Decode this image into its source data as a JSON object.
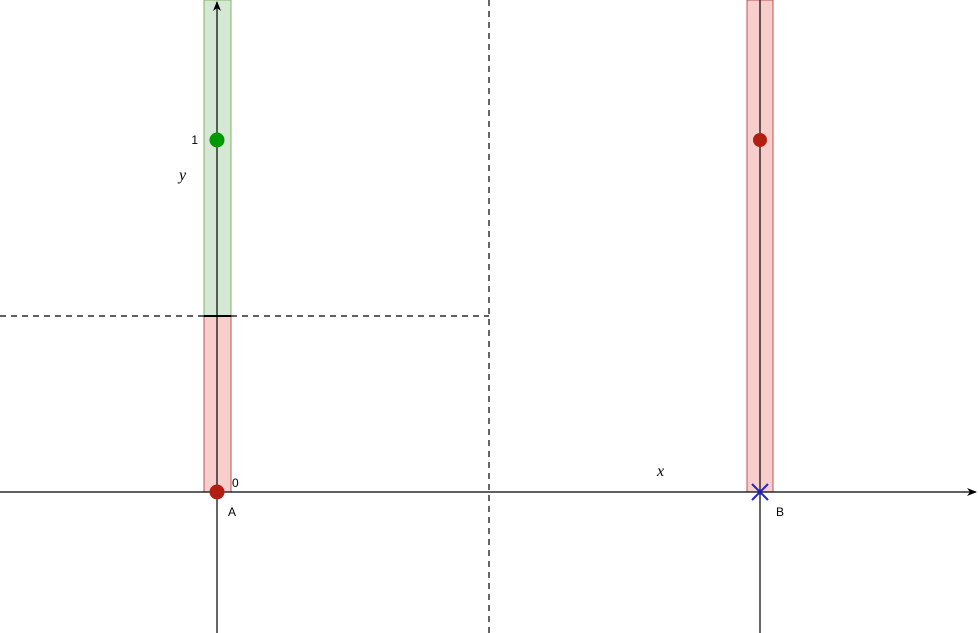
{
  "labels": {
    "axis_y": "y",
    "axis_x": "x",
    "tick_zero": "0",
    "tick_one": "1",
    "point_a": "A",
    "point_b": "B"
  },
  "colors": {
    "green_band_fill": "#d5e8d4",
    "green_band_stroke": "#82b366",
    "red_band_fill": "#f8cecc",
    "red_band_stroke": "#b85450",
    "green_point": "#009900",
    "red_point": "#b21e10",
    "cross_marker": "#2222cc",
    "axis_line": "#000000"
  }
}
